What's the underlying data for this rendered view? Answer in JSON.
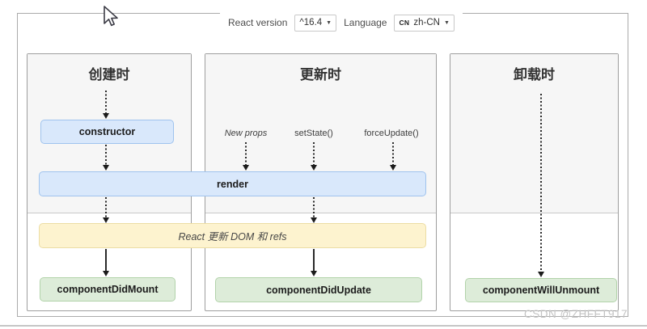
{
  "toolbar": {
    "react_version_label": "React version",
    "react_version_value": "^16.4",
    "language_label": "Language",
    "language_flag": "CN",
    "language_value": "zh-CN",
    "dropdown_caret": "▼"
  },
  "panels": [
    {
      "title": "创建时"
    },
    {
      "title": "更新时"
    },
    {
      "title": "卸载时"
    }
  ],
  "triggers": {
    "new_props": "New props",
    "set_state": "setState()",
    "force_update": "forceUpdate()"
  },
  "nodes": {
    "constructor": "constructor",
    "render": "render",
    "react_update_dom": "React 更新 DOM 和 refs",
    "component_did_mount": "componentDidMount",
    "component_did_update": "componentDidUpdate",
    "component_will_unmount": "componentWillUnmount"
  },
  "watermark": "CSDN @ZHFFT917",
  "colors": {
    "node_blue_bg": "#d9e8fb",
    "node_blue_border": "#9fc3ee",
    "node_yellow_bg": "#fdf3cf",
    "node_yellow_border": "#ecdda4",
    "node_green_bg": "#ddecd9",
    "node_green_border": "#b2d3aa",
    "panel_phase_bg": "#f6f6f6",
    "panel_border": "#9e9e9e",
    "arrow_color": "#2a2a2a"
  }
}
